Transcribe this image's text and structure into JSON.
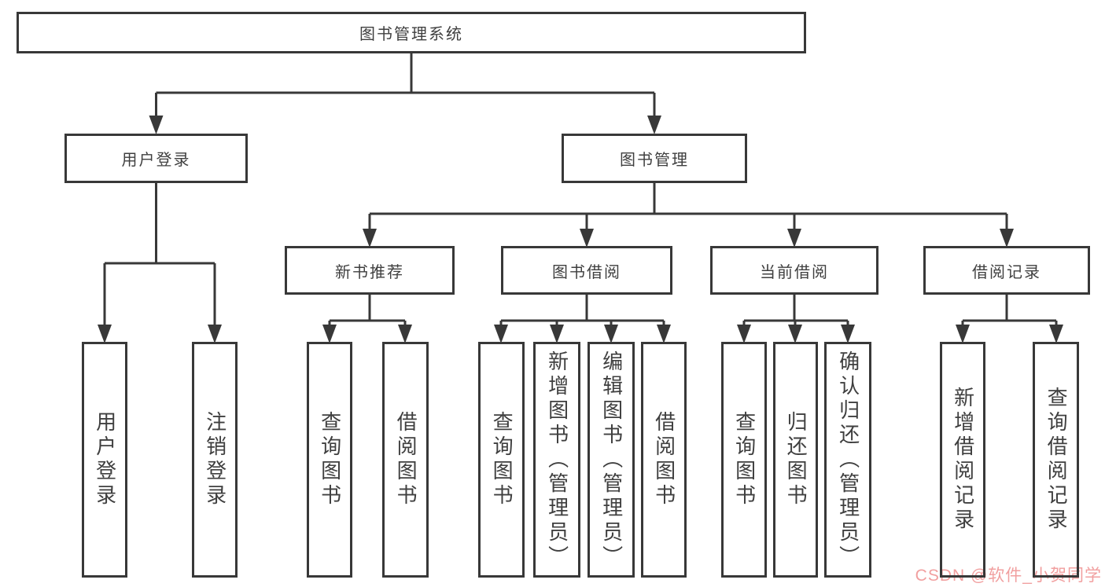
{
  "colors": {
    "background": "#ffffff",
    "line": "#383838",
    "box_border": "#383838",
    "text": "#3f3f3f",
    "watermark": "#f19f9f"
  },
  "nodes": {
    "root": {
      "label": "图书管理系统"
    },
    "user_login": {
      "label": "用户登录"
    },
    "book_management": {
      "label": "图书管理"
    },
    "new_book_recommend": {
      "label": "新书推荐"
    },
    "book_borrowing": {
      "label": "图书借阅"
    },
    "current_borrowing": {
      "label": "当前借阅"
    },
    "borrowing_records": {
      "label": "借阅记录"
    },
    "leaf_user_login": {
      "label": "用户登录"
    },
    "leaf_logout": {
      "label": "注销登录"
    },
    "leaf_query_books_recommend": {
      "label": "查询图书"
    },
    "leaf_borrow_books_recommend": {
      "label": "借阅图书"
    },
    "leaf_query_books_borrow": {
      "label": "查询图书"
    },
    "leaf_add_books_admin": {
      "label": "新增图书（管理员）"
    },
    "leaf_edit_books_admin": {
      "label": "编辑图书（管理员）"
    },
    "leaf_borrow_books_borrow": {
      "label": "借阅图书"
    },
    "leaf_query_books_current": {
      "label": "查询图书"
    },
    "leaf_return_books": {
      "label": "归还图书"
    },
    "leaf_confirm_return_admin": {
      "label": "确认归还（管理员）"
    },
    "leaf_add_borrow_record": {
      "label": "新增借阅记录"
    },
    "leaf_query_borrow_record": {
      "label": "查询借阅记录"
    }
  },
  "hierarchy": {
    "图书管理系统": [
      "用户登录",
      "图书管理"
    ],
    "用户登录": [
      "用户登录",
      "注销登录"
    ],
    "图书管理": [
      "新书推荐",
      "图书借阅",
      "当前借阅",
      "借阅记录"
    ],
    "新书推荐": [
      "查询图书",
      "借阅图书"
    ],
    "图书借阅": [
      "查询图书",
      "新增图书（管理员）",
      "编辑图书（管理员）",
      "借阅图书"
    ],
    "当前借阅": [
      "查询图书",
      "归还图书",
      "确认归还（管理员）"
    ],
    "借阅记录": [
      "新增借阅记录",
      "查询借阅记录"
    ]
  },
  "watermark": {
    "text": "CSDN @软件_小贺同学"
  }
}
